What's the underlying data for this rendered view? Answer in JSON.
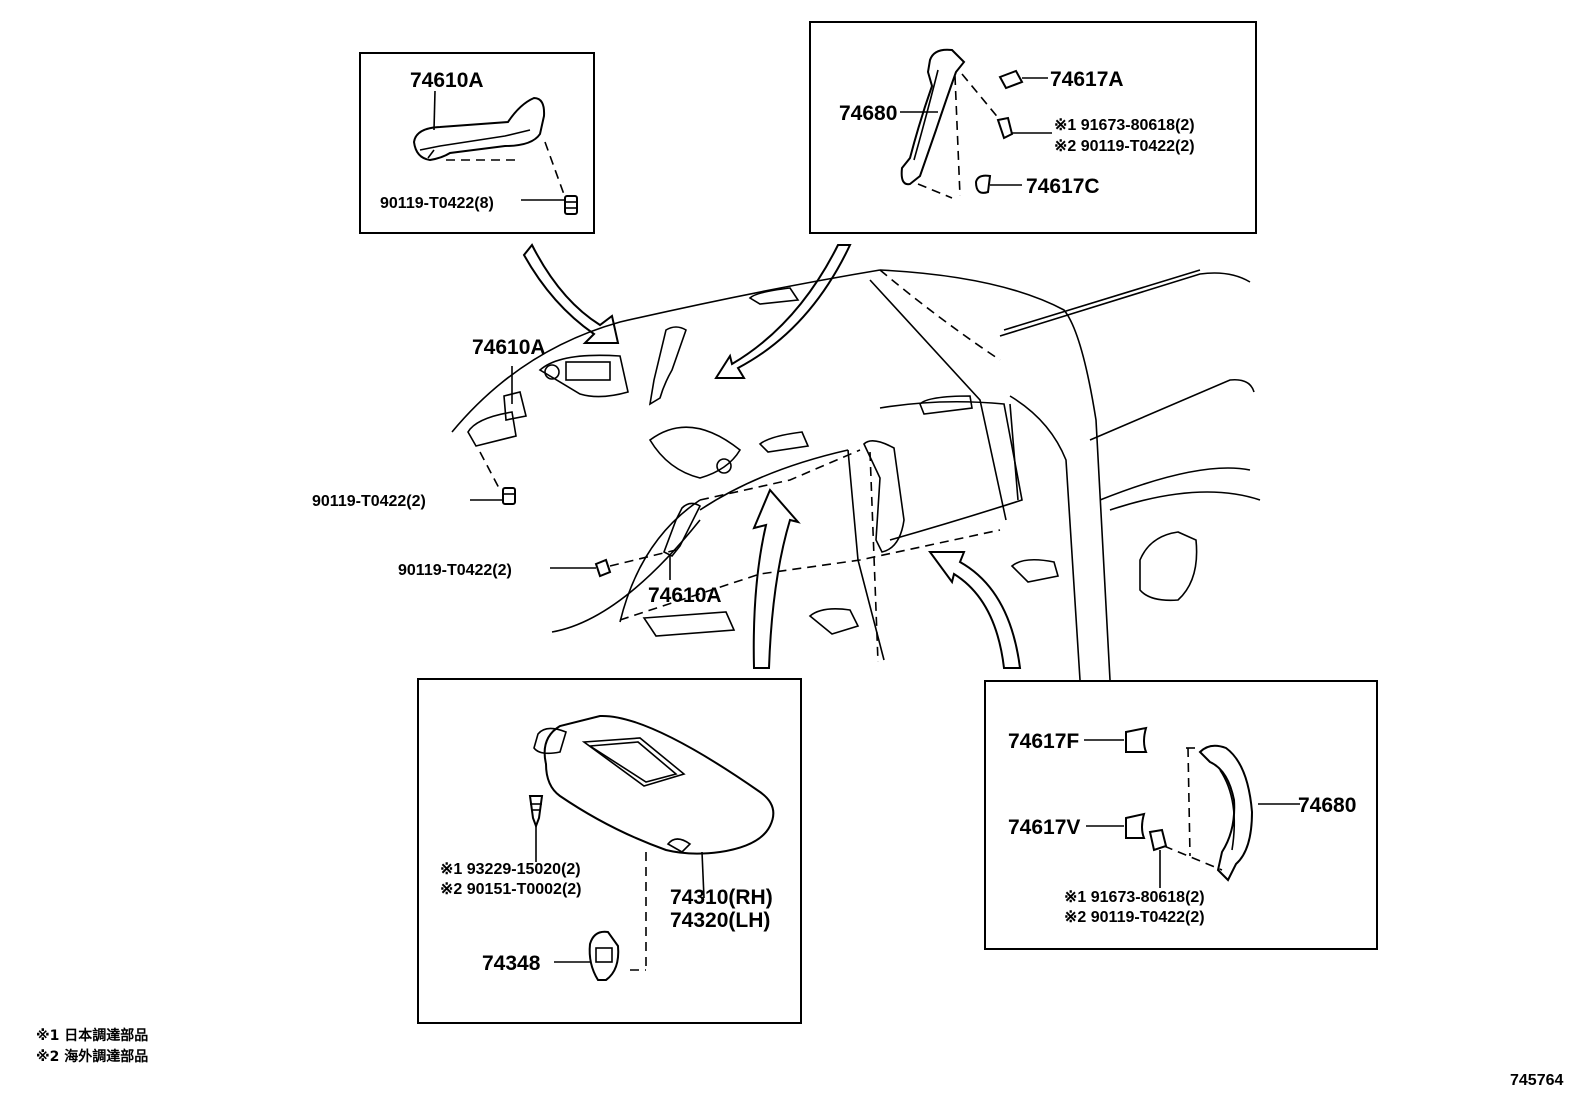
{
  "diagram": {
    "footnotes": [
      "※1 日本調達部品",
      "※2 海外調達部品"
    ],
    "figure_number": "745764"
  },
  "callouts": {
    "assist_grip_74610a_box": "74610A",
    "screw_8": "90119-T0422(8)",
    "grip_74680_top": "74680",
    "cap_74617a": "74617A",
    "screw_91673_top": "※1 91673-80618(2)",
    "screw_90119_top": "※2 90119-T0422(2)",
    "cap_74617c": "74617C",
    "assist_grip_74610a_left": "74610A",
    "screw_2_left_a": "90119-T0422(2)",
    "screw_2_left_b": "90119-T0422(2)",
    "assist_grip_74610a_pillar": "74610A",
    "screw_93229": "※1 93229-15020(2)",
    "screw_90151": "※2 90151-T0002(2)",
    "visor_rh": "74310(RH)",
    "visor_lh": "74320(LH)",
    "holder_74348": "74348",
    "cap_74617f": "74617F",
    "cap_74617v": "74617V",
    "grip_74680_bottom": "74680",
    "screw_91673_bottom": "※1 91673-80618(2)",
    "screw_90119_bottom": "※2 90119-T0422(2)"
  }
}
